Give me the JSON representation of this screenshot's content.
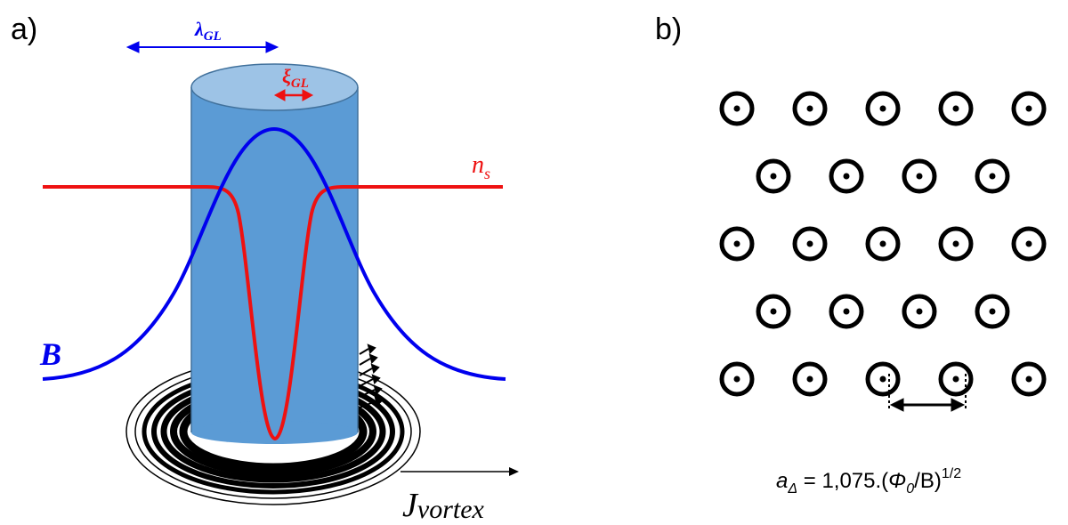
{
  "panel_a": {
    "label": "a)",
    "lambda_symbol": "λ",
    "lambda_sub": "GL",
    "xi_symbol": "ξ",
    "xi_sub": "GL",
    "ns_symbol": "n",
    "ns_sub": "s",
    "b_label": "B",
    "j_symbol": "J",
    "j_sub": "vortex"
  },
  "panel_b": {
    "label": "b)",
    "lattice_rows": [
      5,
      4,
      5,
      4,
      5
    ],
    "formula": {
      "a": "a",
      "a_sub": "Δ",
      "equals": " = 1,075.(",
      "phi": "Φ",
      "phi_sub": "0",
      "over_b": "/B)",
      "exponent": "1/2"
    }
  },
  "colors": {
    "cylinder": "#5b9bd5",
    "cylinder_top": "#9dc3e6",
    "cylinder_edge": "#41719c",
    "field_curve": "#0000ee",
    "density_curve": "#ee1111",
    "ink": "#000000"
  }
}
